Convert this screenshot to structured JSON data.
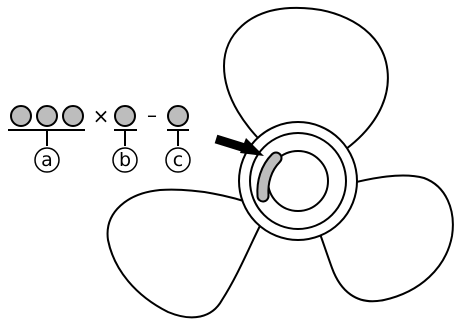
{
  "code": {
    "multiply_sign": "×",
    "dash_sign": "–"
  },
  "callouts": {
    "a": "a",
    "b": "b",
    "c": "c"
  },
  "colors": {
    "marking_fill": "#bdbdbd",
    "line": "#000000",
    "background": "#ffffff"
  }
}
